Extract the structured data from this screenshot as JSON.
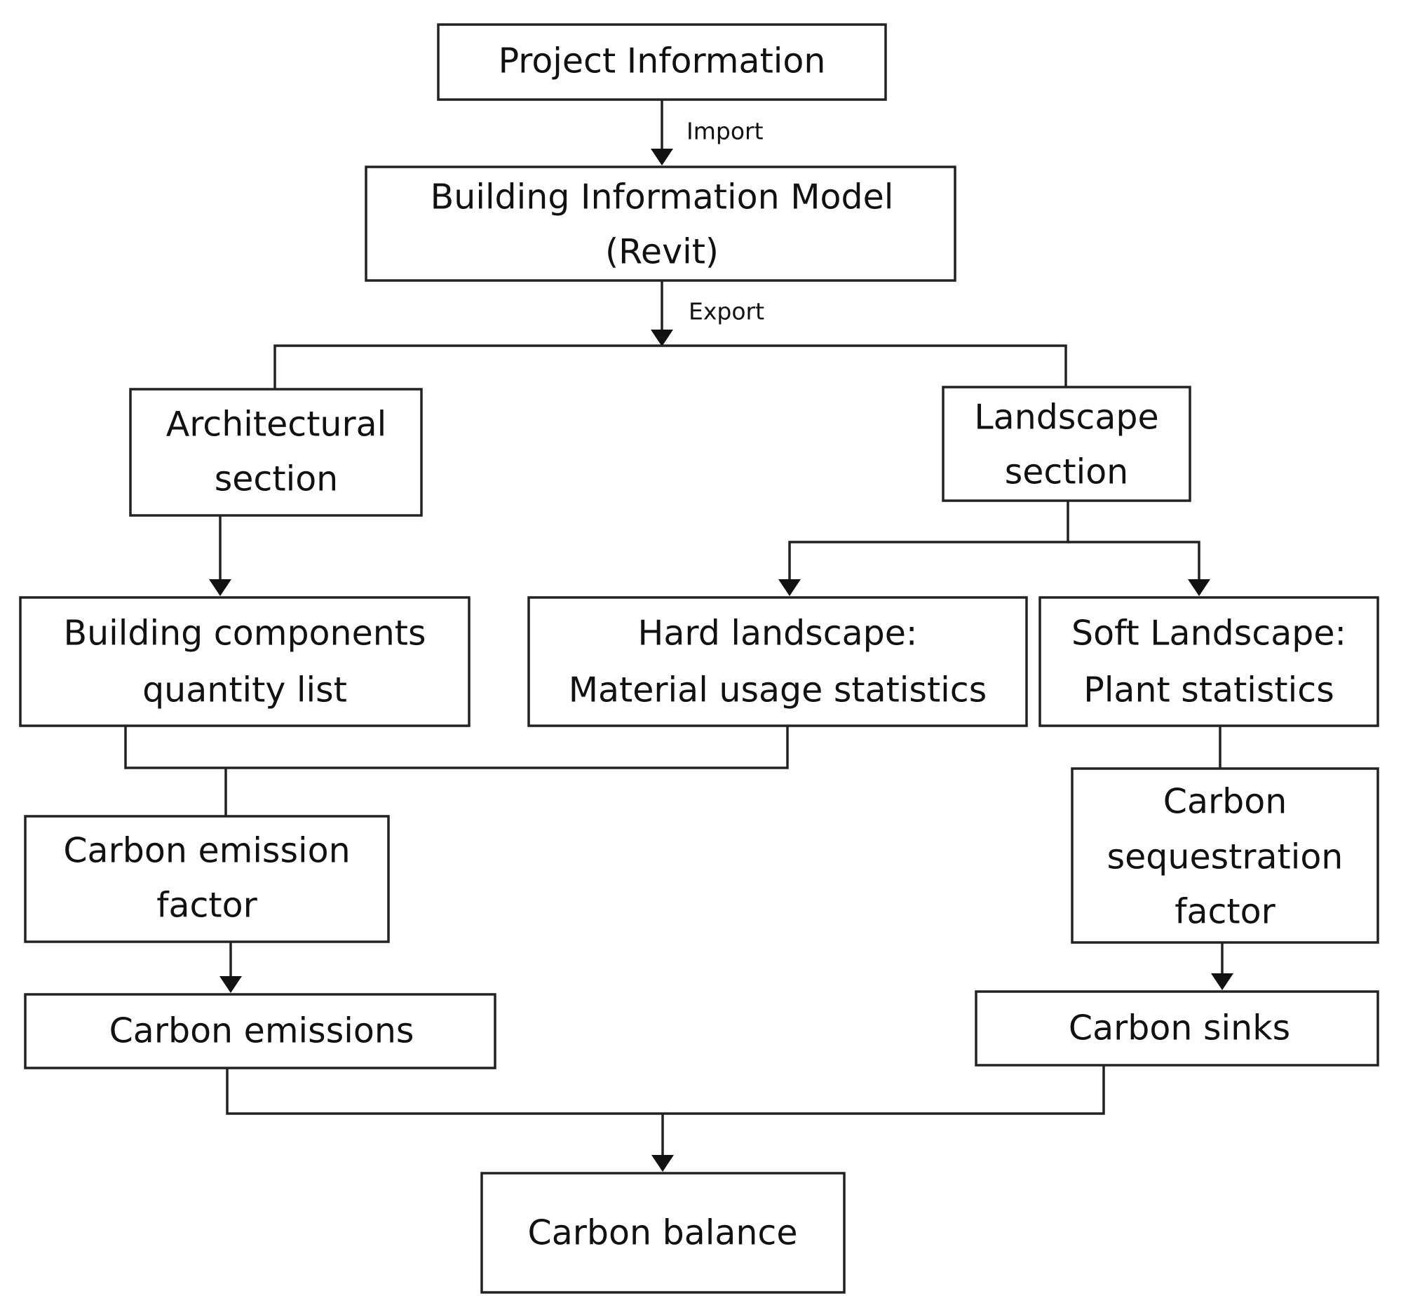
{
  "nodes": {
    "project_information": {
      "line1": "Project Information"
    },
    "building_information_model": {
      "line1": "Building Information Model",
      "line2": "(Revit)"
    },
    "architectural_section": {
      "line1": "Architectural",
      "line2": "section"
    },
    "landscape_section": {
      "line1": "Landscape",
      "line2": "section"
    },
    "building_components_quantity_list": {
      "line1": "Building components",
      "line2": "quantity list"
    },
    "hard_landscape": {
      "line1": "Hard landscape:",
      "line2": "Material usage statistics"
    },
    "soft_landscape": {
      "line1": "Soft Landscape:",
      "line2": "Plant statistics"
    },
    "carbon_emission_factor": {
      "line1": "Carbon emission",
      "line2": "factor"
    },
    "carbon_sequestration_factor": {
      "line1": "Carbon",
      "line2": "sequestration",
      "line3": "factor"
    },
    "carbon_emissions": {
      "line1": "Carbon emissions"
    },
    "carbon_sinks": {
      "line1": "Carbon sinks"
    },
    "carbon_balance": {
      "line1": "Carbon balance"
    }
  },
  "edges": {
    "import_label": "Import",
    "export_label": "Export"
  },
  "colors": {
    "stroke": "#222222",
    "text": "#111111",
    "background": "#ffffff"
  }
}
